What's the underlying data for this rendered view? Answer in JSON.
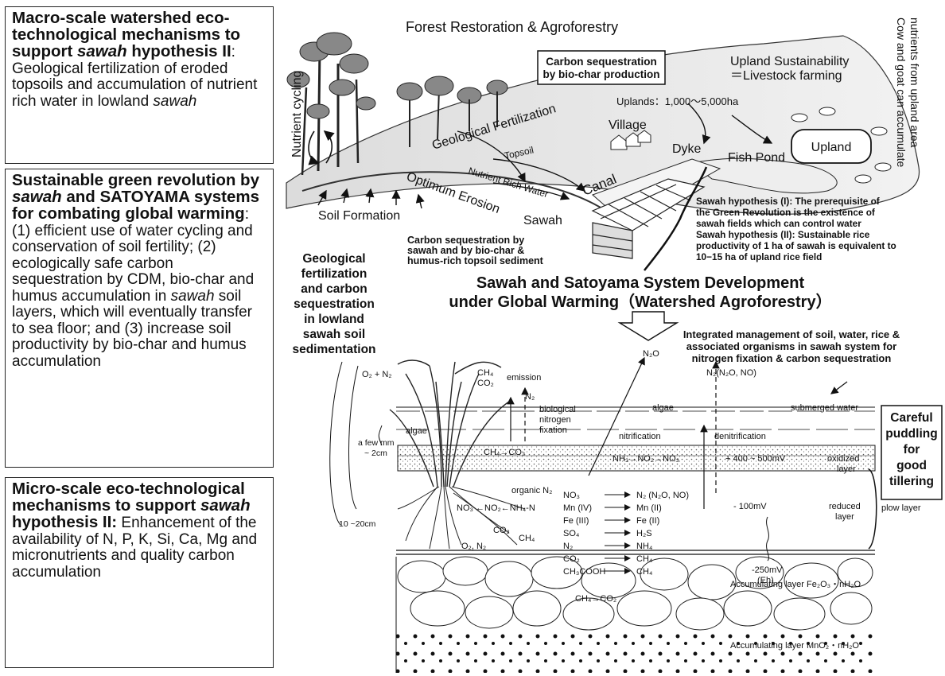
{
  "left_panels": [
    {
      "title_pre": "Macro-scale watershed eco-technological mechanisms to support ",
      "title_em": "sawah",
      "title_post": " hypothesis II",
      "body_pre": ": Geological fertilization of eroded topsoils and accumulation of nutrient rich water in lowland ",
      "body_em": "sawah",
      "body_post": ""
    },
    {
      "title_pre": "Sustainable green revolution by ",
      "title_em": "sawah",
      "title_post": " and SATOYAMA systems for combating global warming",
      "body_pre": ": (1) efficient use of water cycling and conservation of soil fertility; (2) ecologically safe carbon sequestration by CDM, bio-char and humus accumulation in ",
      "body_em": "sawah",
      "body_post": " soil layers, which will eventually transfer to sea floor; and (3) increase soil productivity by bio-char and humus accumulation"
    },
    {
      "title_pre": "Micro-scale eco-technological mechanisms to support ",
      "title_em": "sawah",
      "title_post": " hypothesis II:",
      "body_pre": " Enhancement of the availability of N, P, K, Si, Ca, Mg and micronutrients and quality carbon accumulation",
      "body_em": "",
      "body_post": ""
    }
  ],
  "landscape": {
    "forest_title": "Forest Restoration & Agroforestry",
    "carbon_box_1": "Carbon sequestration",
    "carbon_box_2": "by bio-char production",
    "upland_sustainability": "Upland Sustainability",
    "livestock": "＝Livestock farming",
    "cow_note_1": "Cow and goat can accumulate",
    "cow_note_2": "nutrients from upland area",
    "nutrient_cycling": "Nutrient cycling",
    "uplands": "Uplands：1,000～5,000ha",
    "upland": "Upland",
    "village": "Village",
    "geological_fertilization": "Geological Fertilization",
    "topsoil": "Topsoil",
    "dyke": "Dyke",
    "fish_pond": "Fish Pond",
    "nutrient_rich_water": "Nutrient Rich Water",
    "canal": "Canal",
    "optimum_erosion": "Optimum Erosion",
    "soil_formation": "Soil Formation",
    "sawah": "Sawah",
    "cs_sawah_1": "Carbon sequestration by",
    "cs_sawah_2": "sawah and by bio-char &",
    "cs_sawah_3": "humus-rich topsoil sediment",
    "hyp1_1": "Sawah hypothesis (I): The prerequisite of",
    "hyp1_2": "the Green Revolution is the existence of",
    "hyp1_3": "sawah fields which can control water",
    "hyp2_1": "Sawah hypothesis (II): Sustainable rice",
    "hyp2_2": "productivity of  1 ha of sawah is equivalent to",
    "hyp2_3": "10−15 ha of upland rice field"
  },
  "center": {
    "title_1": "Sawah and Satoyama System Development",
    "title_2": "under Global Warming（Watershed Agroforestry）",
    "geo_1": "Geological",
    "geo_2": "fertilization",
    "geo_3": "and carbon",
    "geo_4": "sequestration",
    "geo_5": "in lowland",
    "geo_6": "sawah soil",
    "geo_7": "sedimentation",
    "integrated_1": "Integrated management of soil, water, rice &",
    "integrated_2": "associated organisms in sawah system for",
    "integrated_3": "nitrogen fixation & carbon sequestration",
    "careful_1": "Careful",
    "careful_2": "puddling",
    "careful_3": "for",
    "careful_4": "good",
    "careful_5": "tillering"
  },
  "profile": {
    "o2n2": "O₂ + N₂",
    "ch4": "CH₄",
    "co2": "CO₂",
    "emission": "emission",
    "n2": "N₂",
    "n2o": "N₂O",
    "n2_n2o_no": "N₂(N₂O, NO)",
    "bio_1": "biological",
    "bio_2": "nitrogen",
    "bio_3": "fixation",
    "algae": "algae",
    "submerged": "submerged water",
    "nitrification": "nitrification",
    "denitrification": "denitrification",
    "few_mm": "a few mm",
    "two_cm": "~ 2cm",
    "ch4_co2": "CH₄→CO₂",
    "nh3_chain": "NH₃→NO₂→NO₃",
    "mv_high": "+ 400 ~ 500mV",
    "oxidized_1": "oxidized",
    "oxidized_2": "layer",
    "organic_n": "organic N₂",
    "no3_chain": "NO₃ ←NO₂←NH₄-N",
    "depth": "10 ~20cm",
    "redox_left": [
      "NO₃",
      "Mn (IV)",
      "Fe (III)",
      "SO₄",
      "N₂",
      "CO₂",
      "CH₃COOH"
    ],
    "redox_right": [
      "N₂ (N₂O, NO)",
      "Mn (II)",
      "Fe (II)",
      "H₂S",
      "NH₄",
      "CH₄",
      "CH₄"
    ],
    "mv_100": "- 100mV",
    "reduced_1": "reduced",
    "reduced_2": "layer",
    "plow": "plow layer",
    "mv_250": "-250mV",
    "eh": "(Eh)",
    "root_co2": "CO₂",
    "root_ch4": "CH₄",
    "root_o2n2": "O₂, N₂",
    "accum_fe": "Accumulating layer Fe₂O₃・nH₂O",
    "accum_mn": "Accumulating layer MnO₂・nH₂O"
  }
}
